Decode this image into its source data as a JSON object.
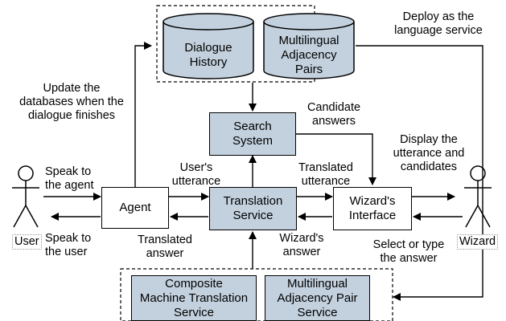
{
  "nodes": {
    "dialogue_history": "Dialogue\nHistory",
    "adjacency_pairs_db": "Multilingual\nAdjacency\nPairs",
    "search_system": "Search\nSystem",
    "agent": "Agent",
    "translation_service": "Translation\nService",
    "wizards_interface": "Wizard's\nInterface",
    "composite_mt": "Composite\nMachine Translation\nService",
    "adjacency_pair_service": "Multilingual\nAdjacency Pair\nService",
    "user": "User",
    "wizard": "Wizard"
  },
  "edge_labels": {
    "deploy": "Deploy as the\nlanguage service",
    "update_db": "Update the\ndatabases when the\ndialogue finishes",
    "candidate_answers": "Candidate\nanswers",
    "display": "Display the\nutterance and\ncandidates",
    "speak_to_agent": "Speak to\nthe agent",
    "users_utterance": "User's\nutterance",
    "translated_utterance": "Translated\nutterance",
    "speak_to_user": "Speak to\nthe user",
    "translated_answer": "Translated\nanswer",
    "wizards_answer": "Wizard's\nanswer",
    "select_or_type": "Select or type\nthe answer"
  }
}
